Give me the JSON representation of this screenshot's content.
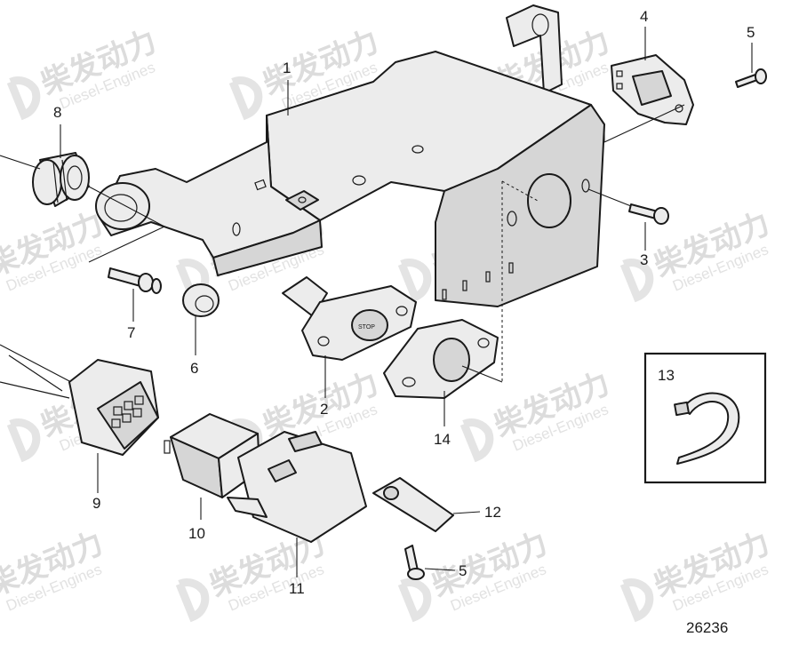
{
  "diagram": {
    "reference_number": "26236",
    "watermark": {
      "brand_cn": "柴发动力",
      "brand_en": "Diesel-Engines"
    },
    "callouts": [
      "1",
      "2",
      "3",
      "4",
      "5",
      "5",
      "6",
      "7",
      "8",
      "9",
      "10",
      "11",
      "12",
      "13",
      "14"
    ],
    "stop_switch_label": "STOP"
  }
}
